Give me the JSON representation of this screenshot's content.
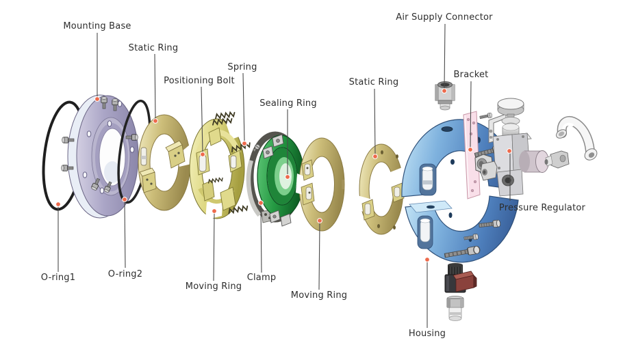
{
  "diagram": {
    "type": "exploded-assembly-diagram",
    "subject_visible_text_only": true,
    "background": "#ffffff",
    "callout": {
      "dot_color": "#ee6a4c",
      "dot_rim_color": "#ffffff",
      "line_color": "#4a4a4a",
      "text_color": "#2d2d2d"
    },
    "labels": [
      {
        "id": "mounting-base",
        "text": "Mounting Base"
      },
      {
        "id": "static-ring-1",
        "text": "Static Ring"
      },
      {
        "id": "positioning-bolt",
        "text": "Positioning Bolt"
      },
      {
        "id": "spring",
        "text": "Spring"
      },
      {
        "id": "sealing-ring",
        "text": "Sealing Ring"
      },
      {
        "id": "static-ring-2",
        "text": "Static Ring"
      },
      {
        "id": "air-supply-connector",
        "text": "Air Supply Connector"
      },
      {
        "id": "bracket",
        "text": "Bracket"
      },
      {
        "id": "pressure-regulator",
        "text": "Pressure Regulator"
      },
      {
        "id": "o-ring1",
        "text": "O-ring1"
      },
      {
        "id": "o-ring2",
        "text": "O-ring2"
      },
      {
        "id": "moving-ring-1",
        "text": "Moving Ring"
      },
      {
        "id": "clamp",
        "text": "Clamp"
      },
      {
        "id": "moving-ring-2",
        "text": "Moving Ring"
      },
      {
        "id": "housing",
        "text": "Housing"
      }
    ],
    "part_colors": {
      "mounting_base": "#a8a3c4",
      "o_rings": "#1f1f1f",
      "static_rings": "#c9ba74",
      "moving_rings": "#d6cf7a",
      "sealing_ring": "#2aa147",
      "clamp_band": "#55544e",
      "housing": "#6b9cd4",
      "bracket_plate": "#f9dfe9",
      "metal_fittings": "#cfcfcf",
      "valve_body": "#37373b",
      "valve_handle": "#8a423c"
    }
  }
}
